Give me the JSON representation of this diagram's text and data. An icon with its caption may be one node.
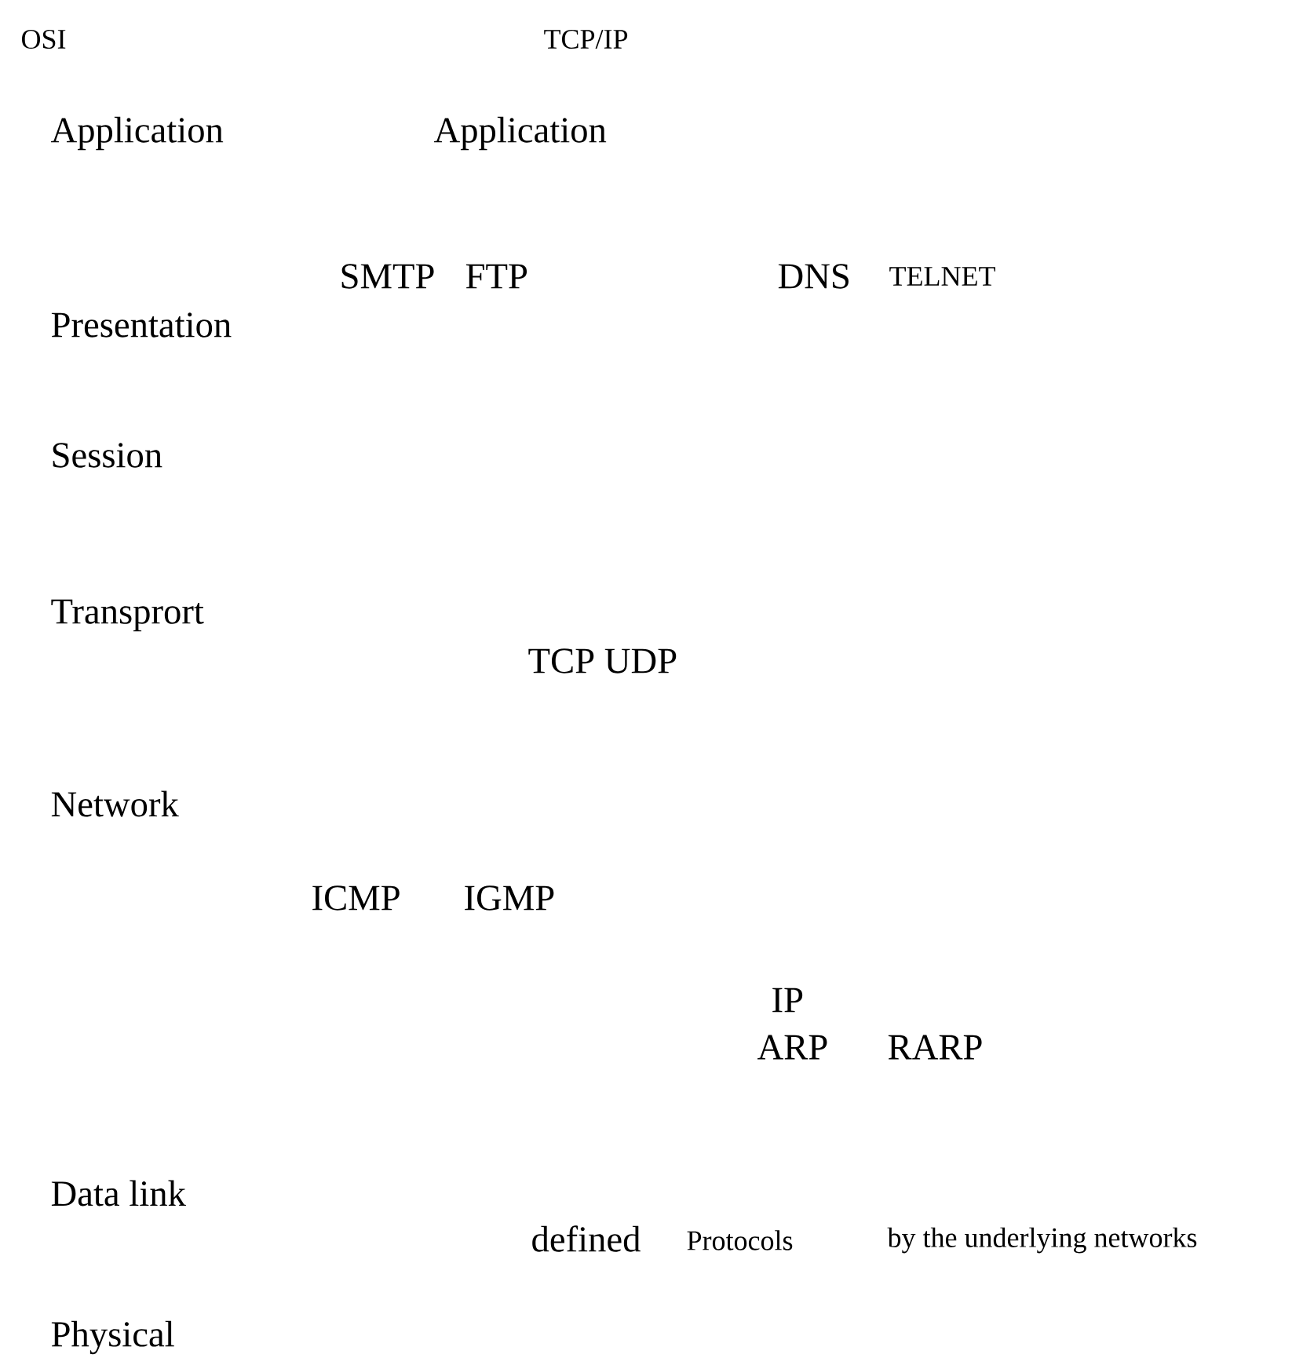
{
  "diagram": {
    "labels": [
      "OSI",
      "TCP/IP",
      "Application",
      "Application",
      "SMTP",
      "FTP",
      "DNS",
      "TELNET",
      "Presentation",
      "Session",
      "Transprort",
      "TCP UDP",
      "Network",
      "ICMP",
      "IGMP",
      "IP",
      "ARP",
      "RARP",
      "Data link",
      "defined",
      "Protocols",
      "by the underlying networks",
      "Physical"
    ]
  }
}
